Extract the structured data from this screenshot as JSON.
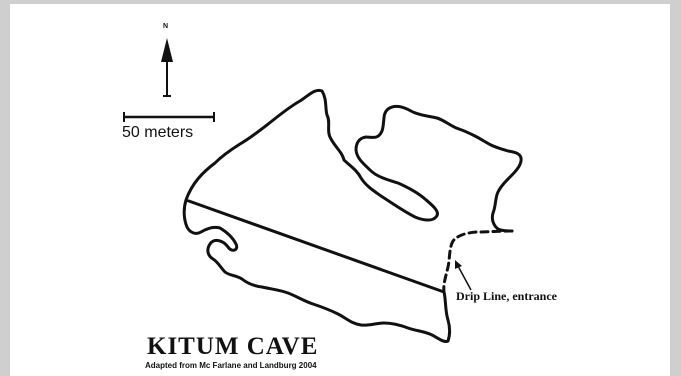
{
  "map": {
    "north_label": "N",
    "scale_label": "50 meters",
    "drip_line_label": "Drip Line, entrance",
    "title": "KITUM CAVE",
    "credit": "Adapted from Mc Farlane and Landburg 2004"
  },
  "colors": {
    "ink": "#111111",
    "paper": "#ffffff",
    "frame": "#cfcfcf"
  }
}
